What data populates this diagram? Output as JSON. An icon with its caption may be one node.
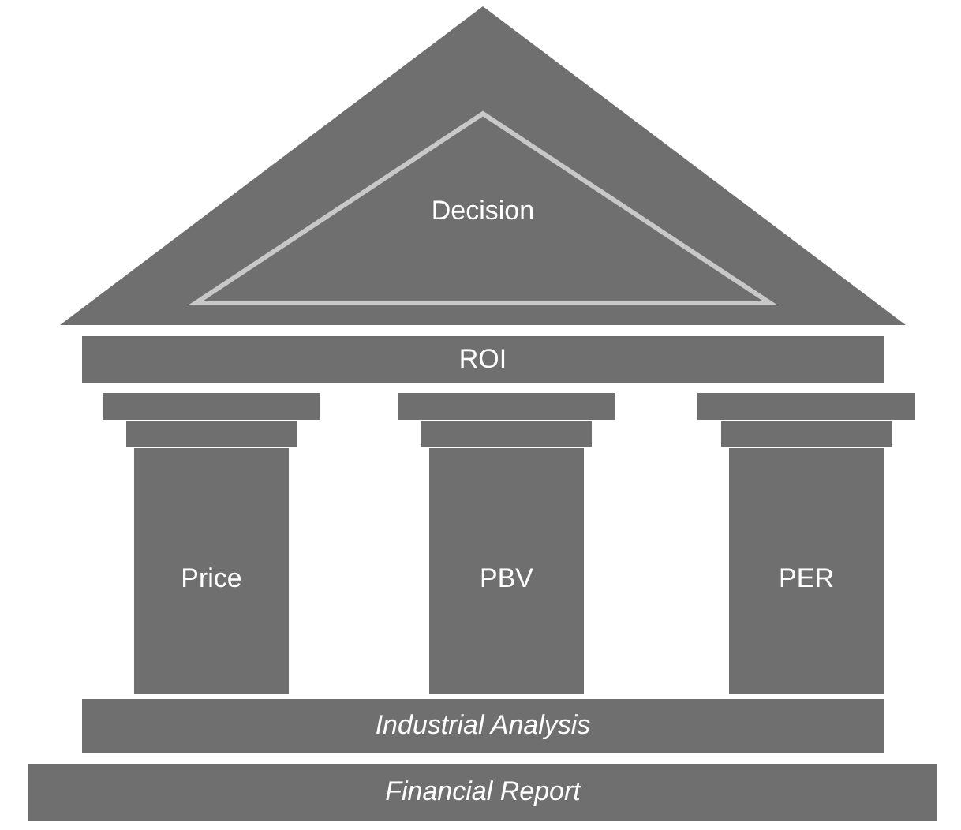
{
  "diagram": {
    "nodes": [
      {
        "text": [
          "Decision"
        ]
      },
      {
        "text": [
          "ROI"
        ]
      },
      {
        "text": [
          "Price"
        ]
      },
      {
        "text": [
          "PBV"
        ]
      },
      {
        "text": [
          "PER"
        ]
      },
      {
        "text": [
          "Industrial Analysis"
        ]
      },
      {
        "text": [
          "Financial Report"
        ]
      }
    ]
  }
}
